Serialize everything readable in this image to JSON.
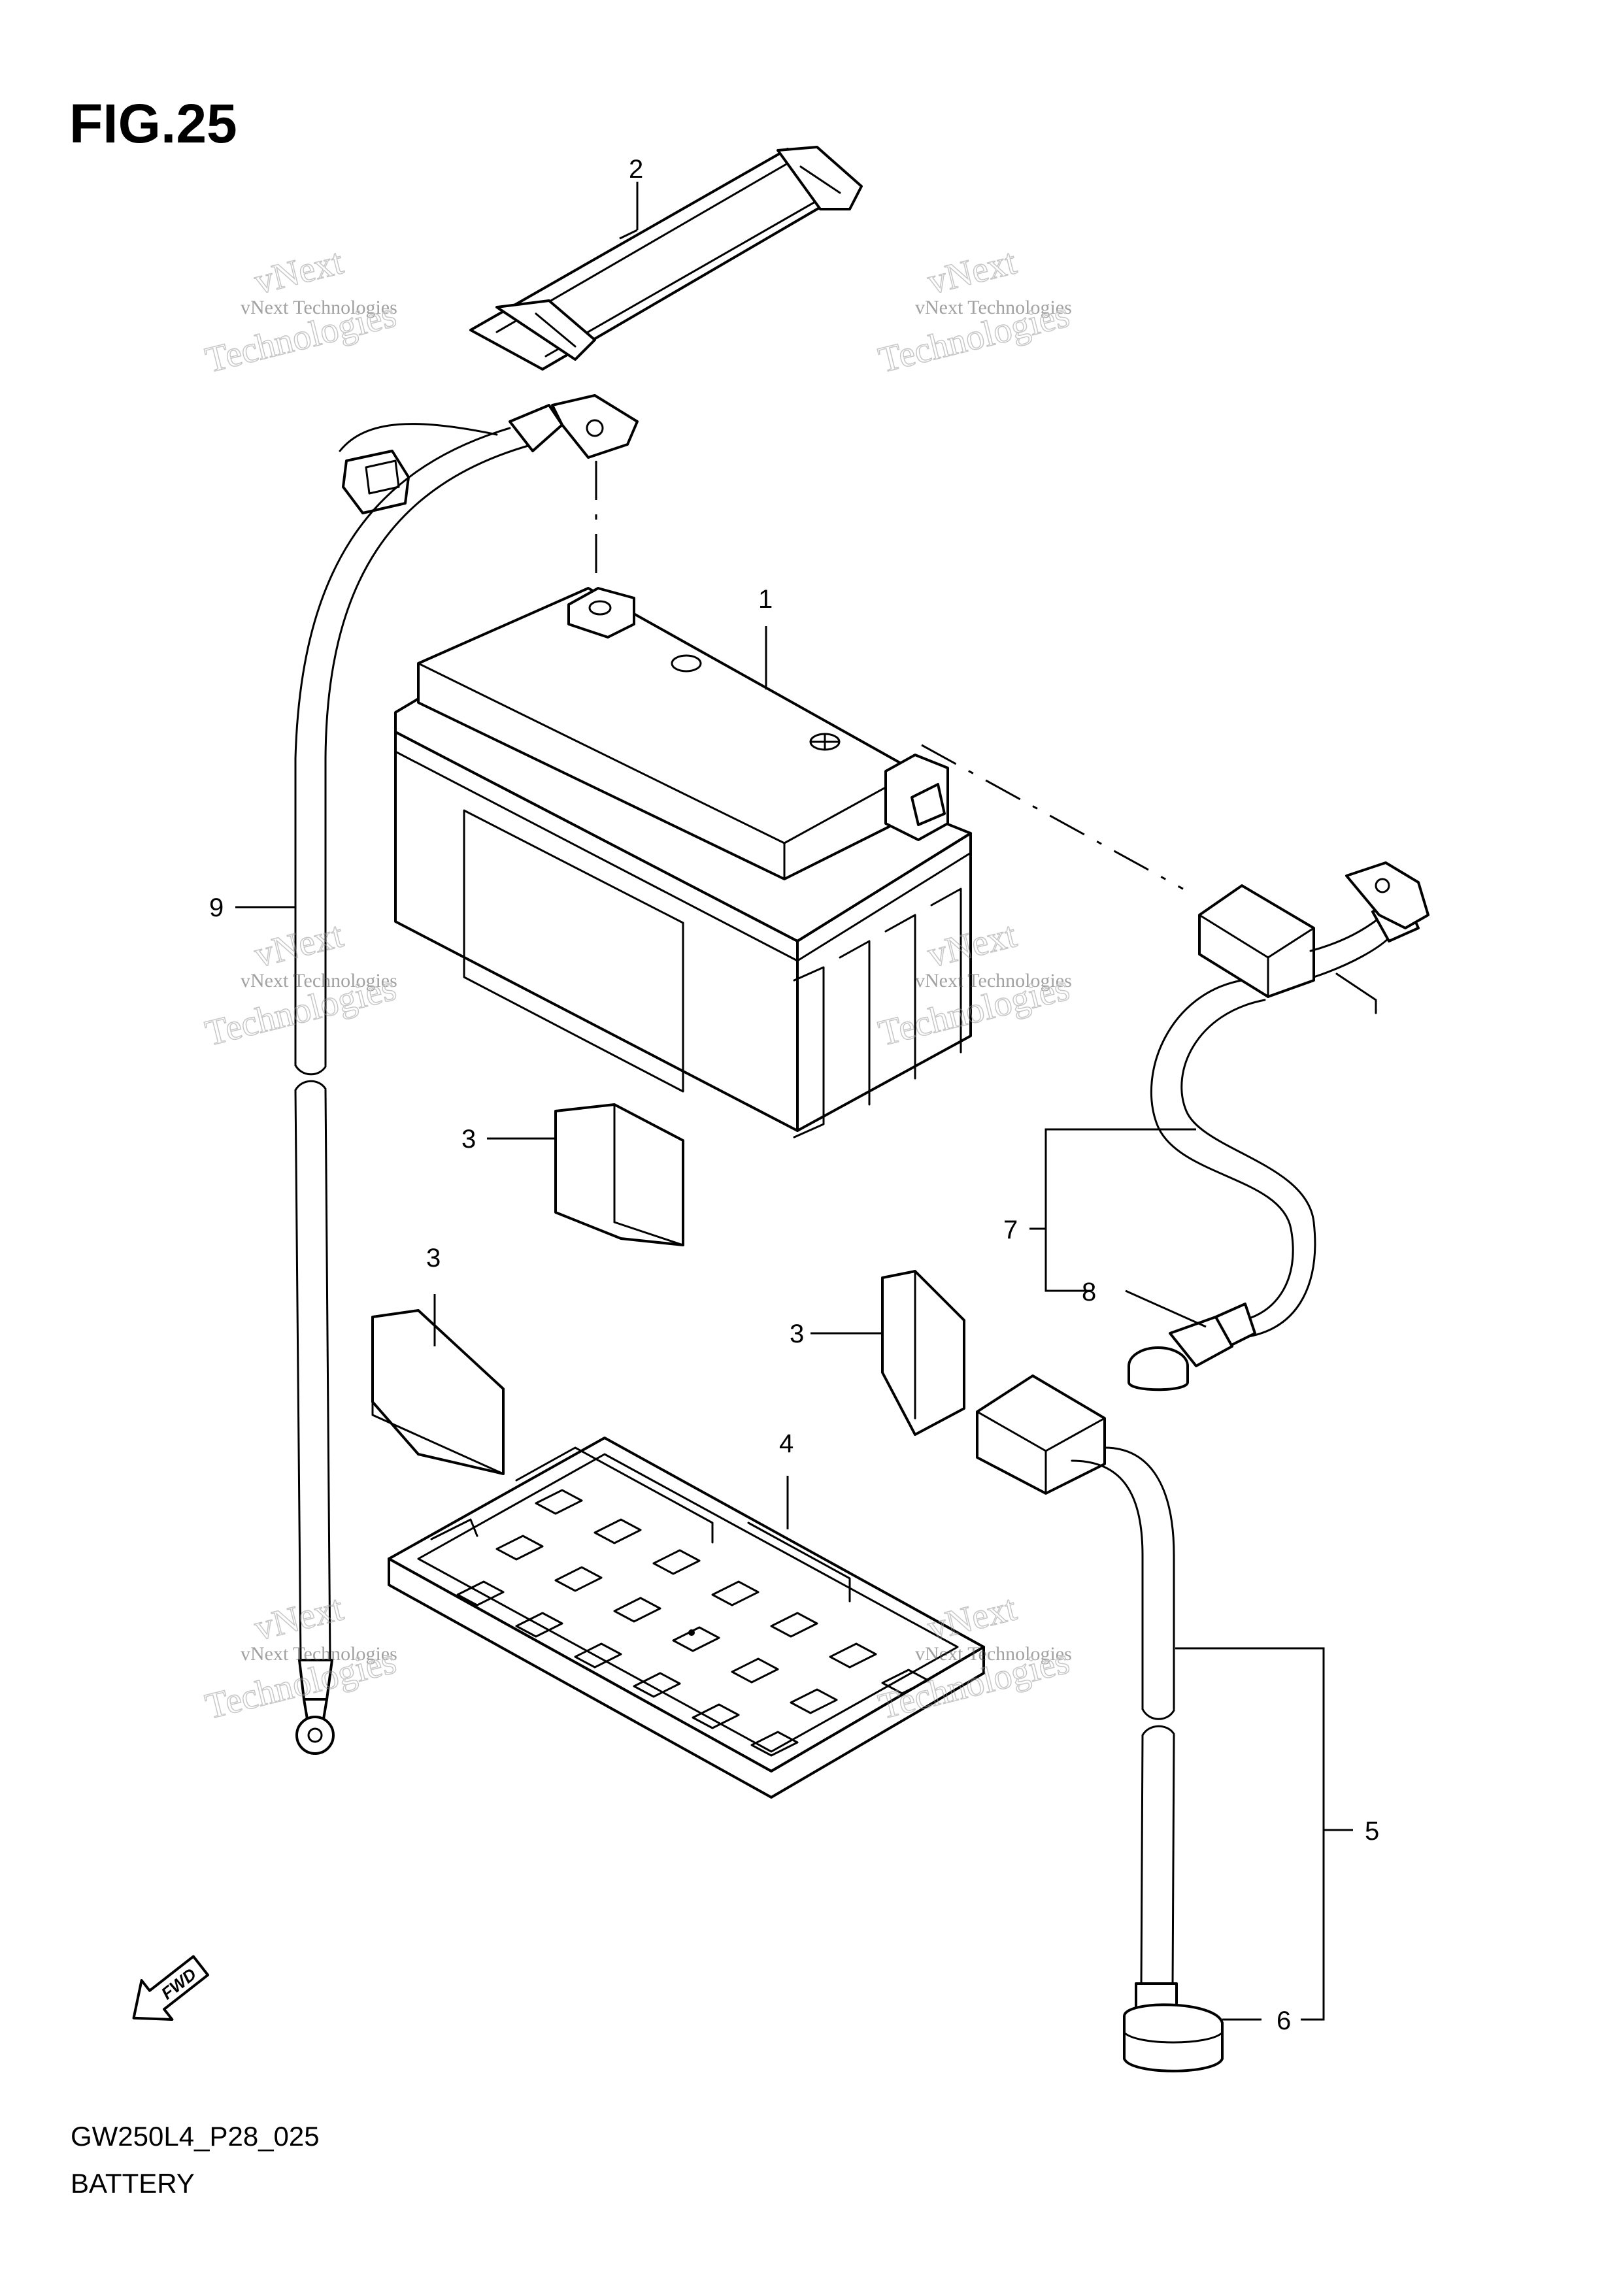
{
  "figure": {
    "title": "FIG.25",
    "code": "GW250L4_P28_025",
    "caption": "BATTERY"
  },
  "fwd_label": "FWD",
  "callouts": [
    "1",
    "2",
    "3",
    "3",
    "3",
    "4",
    "5",
    "6",
    "7",
    "8",
    "9"
  ],
  "watermark": {
    "line_small": "vNext Technologies",
    "line_big_a": "vNext",
    "line_big_b": "Technologies"
  }
}
